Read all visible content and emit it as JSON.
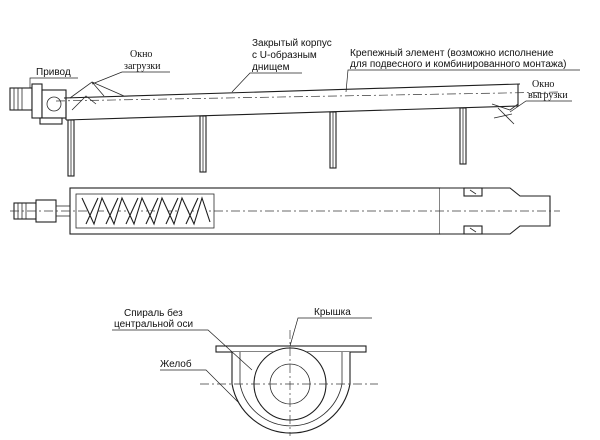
{
  "labels": {
    "drive": "Привод",
    "load_window_1": "Окно",
    "load_window_2": "загрузки",
    "housing_1": "Закрытый корпус",
    "housing_2": "с U-образным",
    "housing_3": "днищем",
    "mount_1": "Крепежный элемент (возможно исполнение",
    "mount_2": "для подвесного и комбинированного монтажа)",
    "unload_window_1": "Окно",
    "unload_window_2": "выгрузки",
    "spiral_1": "Спираль без",
    "spiral_2": "центральной оси",
    "cover": "Крышка",
    "trough": "Желоб"
  }
}
